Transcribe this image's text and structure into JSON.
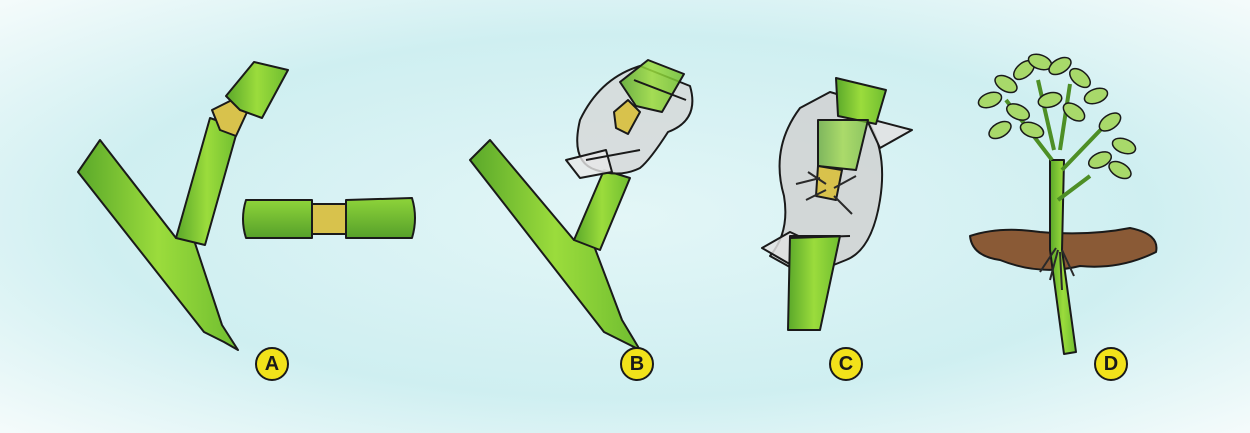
{
  "colors": {
    "background": "#d9f3f4",
    "stem_light": "#9bdc3c",
    "stem_dark": "#5aa82a",
    "ring_cut": "#d8c24c",
    "wrap": "#d6d6d6",
    "soil": "#8a5a36",
    "leaf": "#a8d96a",
    "badge": "#f2e21a"
  },
  "steps": [
    {
      "label": "A"
    },
    {
      "label": "B"
    },
    {
      "label": "C"
    },
    {
      "label": "D"
    }
  ]
}
